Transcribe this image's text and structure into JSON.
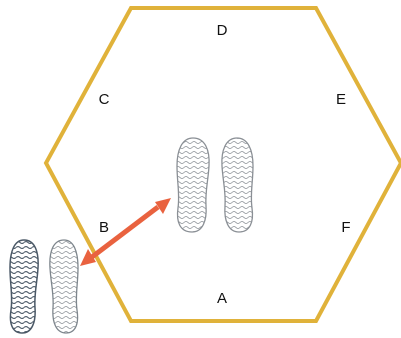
{
  "labels": {
    "a": "A",
    "b": "B",
    "c": "C",
    "d": "D",
    "e": "E",
    "f": "F"
  },
  "colors": {
    "hexagon_stroke": "#e0b23a",
    "arrow": "#e9623f",
    "footprint_center": "#8a8f95",
    "footprint_outside": "#5a6874",
    "background": "#ffffff"
  },
  "icons": {
    "footprints_center": "footprints-icon",
    "footprints_outside": "footprints-icon",
    "arrow": "double-headed-arrow-icon"
  }
}
